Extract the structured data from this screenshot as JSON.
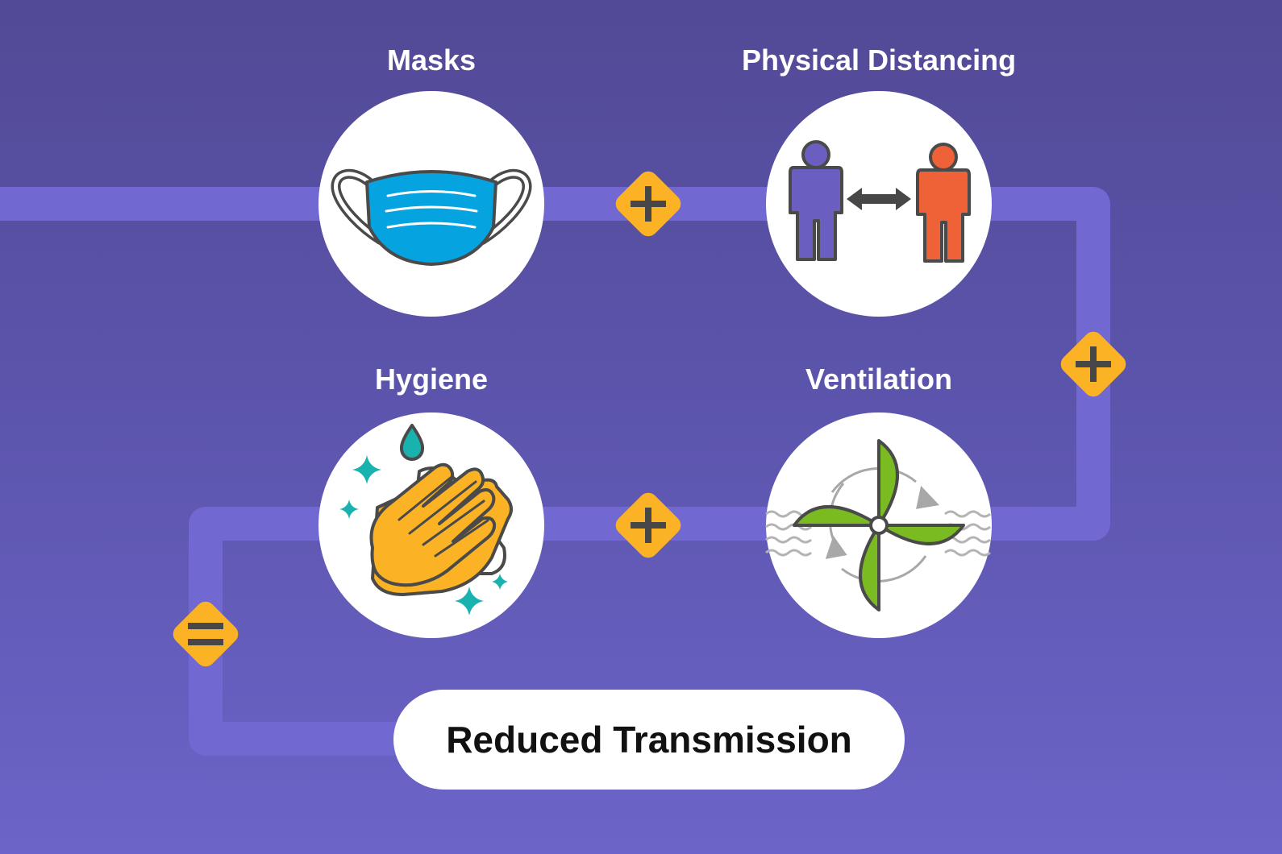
{
  "steps": [
    {
      "id": "masks",
      "label": "Masks",
      "icon": "face-mask-icon"
    },
    {
      "id": "distancing",
      "label": "Physical Distancing",
      "icon": "people-distance-icon"
    },
    {
      "id": "hygiene",
      "label": "Hygiene",
      "icon": "hand-washing-icon"
    },
    {
      "id": "ventilation",
      "label": "Ventilation",
      "icon": "fan-ventilation-icon"
    }
  ],
  "result": {
    "label": "Reduced Transmission"
  },
  "colors": {
    "path": "#7168d1",
    "operator": "#fbb224",
    "operator_symbol": "#474747",
    "mask": "#06a3e1",
    "person_left": "#6a5fc0",
    "person_right": "#ef6136",
    "hands": "#fbb224",
    "sparkle": "#19b2ae",
    "fan": "#7bbb22"
  }
}
